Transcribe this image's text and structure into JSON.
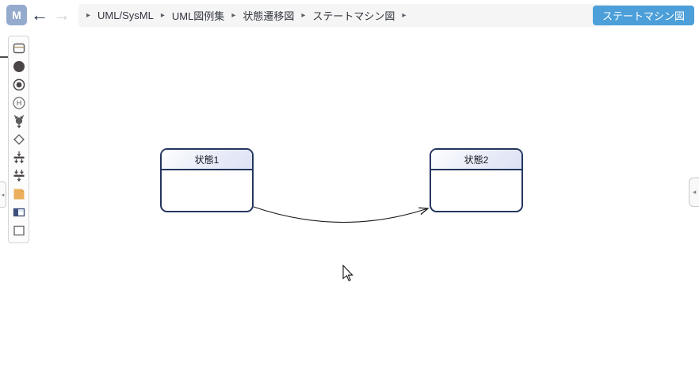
{
  "topbar": {
    "logo_label": "M",
    "back_icon": "←",
    "forward_icon": "→",
    "breadcrumb": {
      "separator": "▸",
      "items": [
        "UML/SysML",
        "UML図例集",
        "状態遷移図",
        "ステートマシン図"
      ]
    },
    "action_button_label": "ステートマシン図"
  },
  "toolbar": {
    "tools": [
      {
        "name": "state"
      },
      {
        "name": "initial-state"
      },
      {
        "name": "final-state"
      },
      {
        "name": "shallow-history"
      },
      {
        "name": "junction"
      },
      {
        "name": "choice"
      },
      {
        "name": "fork"
      },
      {
        "name": "join"
      },
      {
        "name": "note"
      },
      {
        "name": "frame"
      },
      {
        "name": "rectangle"
      }
    ],
    "history_letter": "H"
  },
  "panels": {
    "left_collapse_icon": "◂",
    "right_collapse_icon": "◂"
  },
  "canvas": {
    "states": [
      {
        "label": "状態1"
      },
      {
        "label": "状態2"
      }
    ],
    "transition": {
      "from": "状態1",
      "to": "状態2"
    }
  },
  "colors": {
    "accent_button": "#4c9fd9",
    "logo_bg": "#95abce",
    "state_border": "#24365e",
    "state_header": "#e2e6f6",
    "note_orange": "#ebae5c",
    "breadcrumb_bg": "#f5f5f6"
  }
}
